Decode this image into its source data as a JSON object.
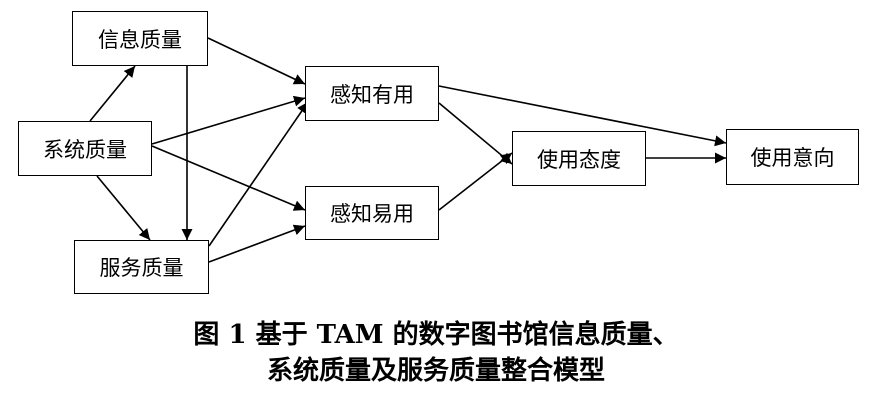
{
  "nodes": {
    "info_quality": "信息质量",
    "system_quality": "系统质量",
    "service_quality": "服务质量",
    "perceived_usefulness": "感知有用",
    "perceived_ease_of_use": "感知易用",
    "attitude": "使用态度",
    "intention": "使用意向"
  },
  "edges": [
    {
      "from": "system_quality",
      "to": "info_quality"
    },
    {
      "from": "system_quality",
      "to": "service_quality"
    },
    {
      "from": "system_quality",
      "to": "perceived_usefulness"
    },
    {
      "from": "system_quality",
      "to": "perceived_ease_of_use"
    },
    {
      "from": "info_quality",
      "to": "perceived_usefulness"
    },
    {
      "from": "info_quality",
      "to": "service_quality"
    },
    {
      "from": "service_quality",
      "to": "perceived_usefulness"
    },
    {
      "from": "service_quality",
      "to": "perceived_ease_of_use"
    },
    {
      "from": "perceived_usefulness",
      "to": "attitude"
    },
    {
      "from": "perceived_usefulness",
      "to": "intention"
    },
    {
      "from": "perceived_ease_of_use",
      "to": "attitude"
    },
    {
      "from": "attitude",
      "to": "intention"
    }
  ],
  "caption": {
    "line1": "图 1   基于 TAM 的数字图书馆信息质量、",
    "line2": "系统质量及服务质量整合模型"
  }
}
